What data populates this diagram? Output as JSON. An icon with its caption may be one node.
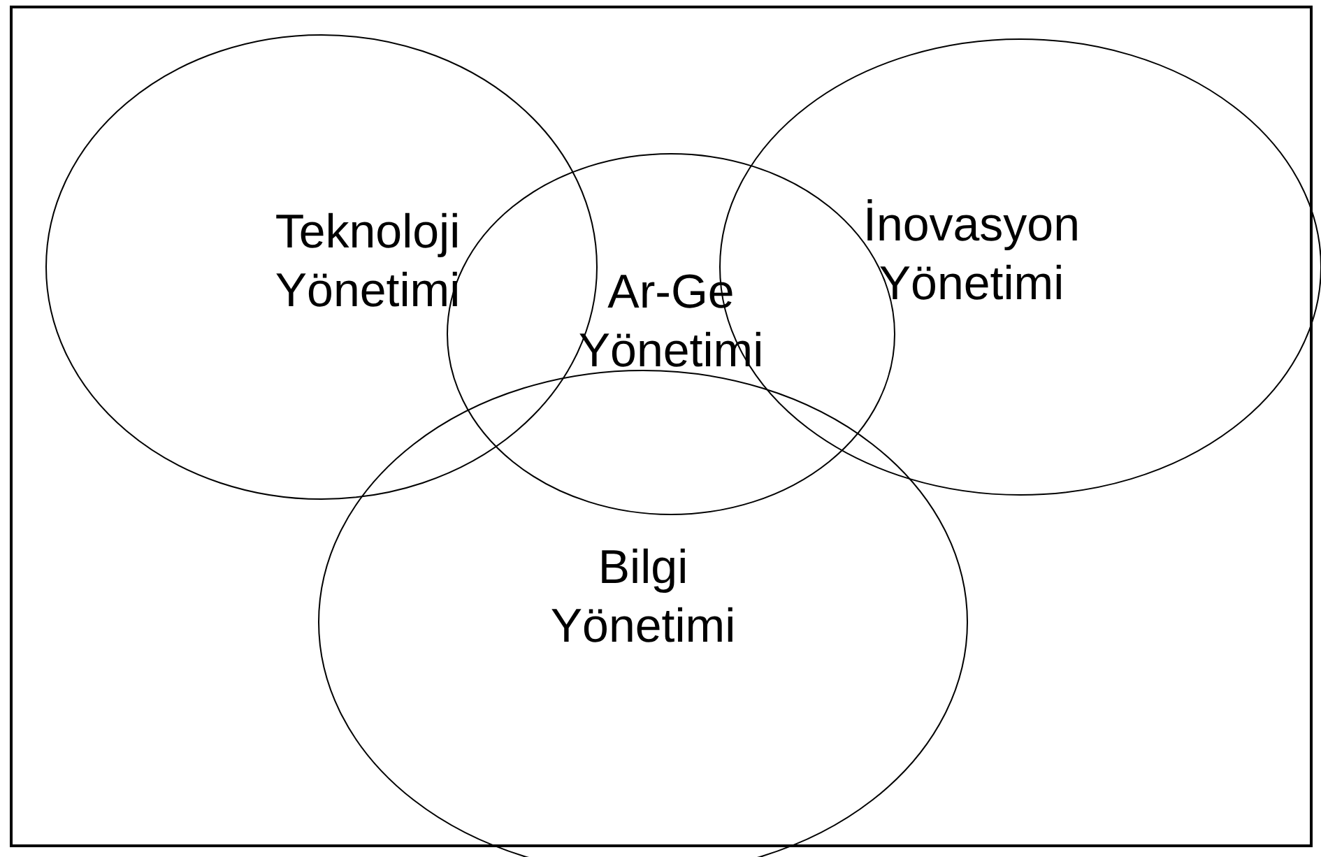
{
  "diagram": {
    "nodes": [
      {
        "text": [
          "Teknoloji Yönetimi"
        ]
      },
      {
        "text": [
          "İnovasyon Yönetimi"
        ]
      },
      {
        "text": [
          "Ar-Ge Yönetimi"
        ]
      },
      {
        "text": [
          "Bilgi Yönetimi"
        ]
      }
    ]
  }
}
